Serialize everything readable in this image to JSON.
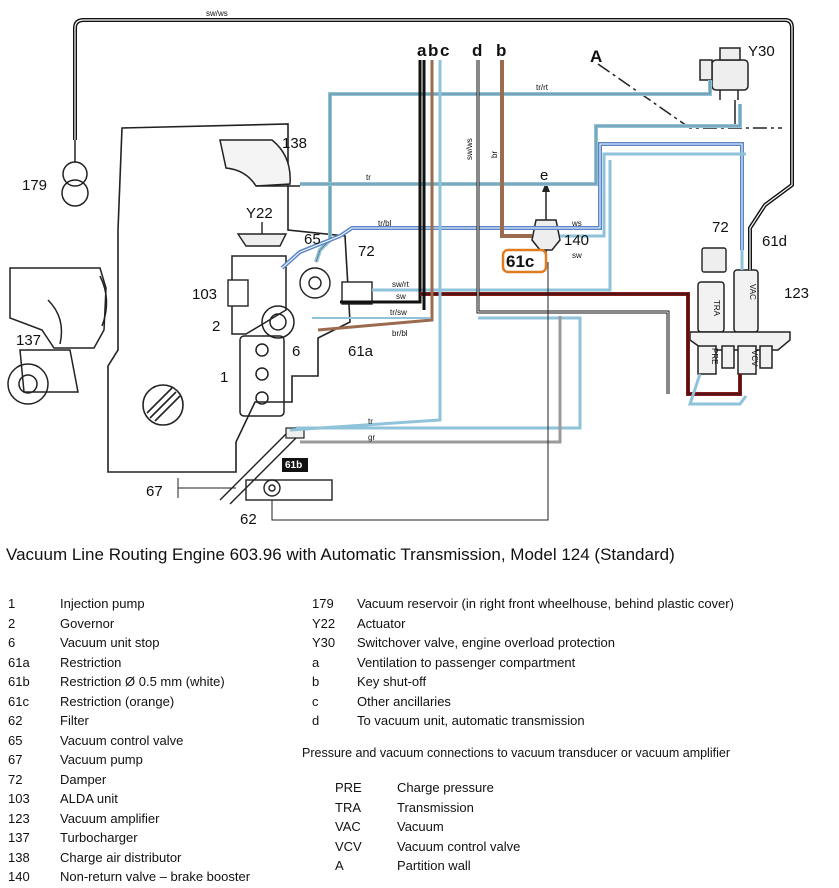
{
  "diagram": {
    "top_line_labels": {
      "a": "a",
      "b": "b",
      "c": "c",
      "d": "d"
    },
    "wire_codes": {
      "sw_ws_top": "sw/ws",
      "tr_rt": "tr/rt",
      "sw_ws_vert": "sw/ws",
      "br_vert": "br",
      "tr_mid": "tr",
      "tr_bl": "tr/bl",
      "sw_rt": "sw/rt",
      "sw": "sw",
      "tr_sw": "tr/sw",
      "br_bl": "br/bl",
      "tr_low": "tr",
      "gr": "gr",
      "ws": "ws",
      "sw_small": "sw"
    },
    "parts": {
      "y30": "Y30",
      "a_wall": "A",
      "p138": "138",
      "p179": "179",
      "y22": "Y22",
      "p65": "65",
      "p72_left": "72",
      "p103": "103",
      "p2": "2",
      "p6": "6",
      "p61a": "61a",
      "p137": "137",
      "p1": "1",
      "e": "e",
      "p140": "140",
      "p61c": "61c",
      "p72_right": "72",
      "p61d": "61d",
      "p123": "123",
      "p61b": "61b",
      "p67": "67",
      "p62": "62"
    },
    "amplifier_ports": {
      "tra": "TRA",
      "vac": "VAC",
      "pre": "PRE",
      "vcv": "VCV"
    }
  },
  "caption": "Vacuum Line Routing Engine 603.96 with Automatic Transmission, Model 124 (Standard)",
  "legend_left": [
    {
      "key": "1",
      "text": "Injection pump"
    },
    {
      "key": "2",
      "text": "Governor"
    },
    {
      "key": "6",
      "text": "Vacuum unit stop"
    },
    {
      "key": "61a",
      "text": "Restriction"
    },
    {
      "key": "61b",
      "text": "Restriction Ø 0.5 mm (white)"
    },
    {
      "key": "61c",
      "text": "Restriction (orange)"
    },
    {
      "key": "62",
      "text": "Filter"
    },
    {
      "key": "65",
      "text": "Vacuum control valve"
    },
    {
      "key": "67",
      "text": "Vacuum pump"
    },
    {
      "key": "72",
      "text": "Damper"
    },
    {
      "key": "103",
      "text": "ALDA unit"
    },
    {
      "key": "123",
      "text": "Vacuum amplifier"
    },
    {
      "key": "137",
      "text": "Turbocharger"
    },
    {
      "key": "138",
      "text": "Charge air distributor"
    },
    {
      "key": "140",
      "text": "Non-return valve – brake booster"
    }
  ],
  "legend_right": [
    {
      "key": "179",
      "text": "Vacuum reservoir (in right front wheelhouse, behind plastic cover)"
    },
    {
      "key": "Y22",
      "text": "Actuator"
    },
    {
      "key": "Y30",
      "text": "Switchover valve, engine overload protection"
    },
    {
      "key": "a",
      "text": "Ventilation to passenger compartment"
    },
    {
      "key": "b",
      "text": "Key shut-off"
    },
    {
      "key": "c",
      "text": "Other ancillaries"
    },
    {
      "key": "d",
      "text": "To vacuum unit, automatic transmission"
    }
  ],
  "connections_heading": "Pressure and vacuum connections to vacuum transducer or vacuum amplifier",
  "legend_connections": [
    {
      "key": "PRE",
      "text": "Charge pressure"
    },
    {
      "key": "TRA",
      "text": "Transmission"
    },
    {
      "key": "VAC",
      "text": "Vacuum"
    },
    {
      "key": "VCV",
      "text": "Vacuum control valve"
    },
    {
      "key": "A",
      "text": "Partition wall"
    }
  ],
  "colors": {
    "line_blue": "#8fc3d9",
    "line_brown": "#9a6b4f",
    "line_red": "#8b1a1a",
    "line_black": "#111111",
    "accent_orange": "#e07b20"
  }
}
